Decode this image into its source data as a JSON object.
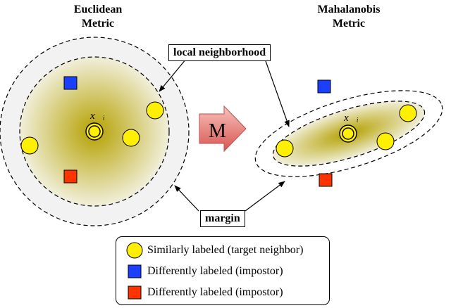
{
  "titles": {
    "left": [
      "Euclidean",
      "Metric"
    ],
    "right": [
      "Mahalanobis",
      "Metric"
    ]
  },
  "callouts": {
    "neighborhood": "local neighborhood",
    "margin": "margin"
  },
  "transform_label": "M",
  "query_label": "x⃗ᵢ",
  "legend": [
    {
      "symbol": "yellow-circle-icon",
      "color": "#ffef00",
      "label": "Similarly labeled (target neighbor)"
    },
    {
      "symbol": "blue-square-icon",
      "color": "#1a3fff",
      "label": "Differently labeled (impostor)"
    },
    {
      "symbol": "red-square-icon",
      "color": "#ff3300",
      "label": "Differently labeled (impostor)"
    }
  ],
  "colors": {
    "target": "#ffef00",
    "impostor_blue": "#1a3fff",
    "impostor_red": "#ff3300",
    "arrow": "#e4736f",
    "neighborhood_center": "#b8a400",
    "margin_band": "#eeeeee"
  }
}
